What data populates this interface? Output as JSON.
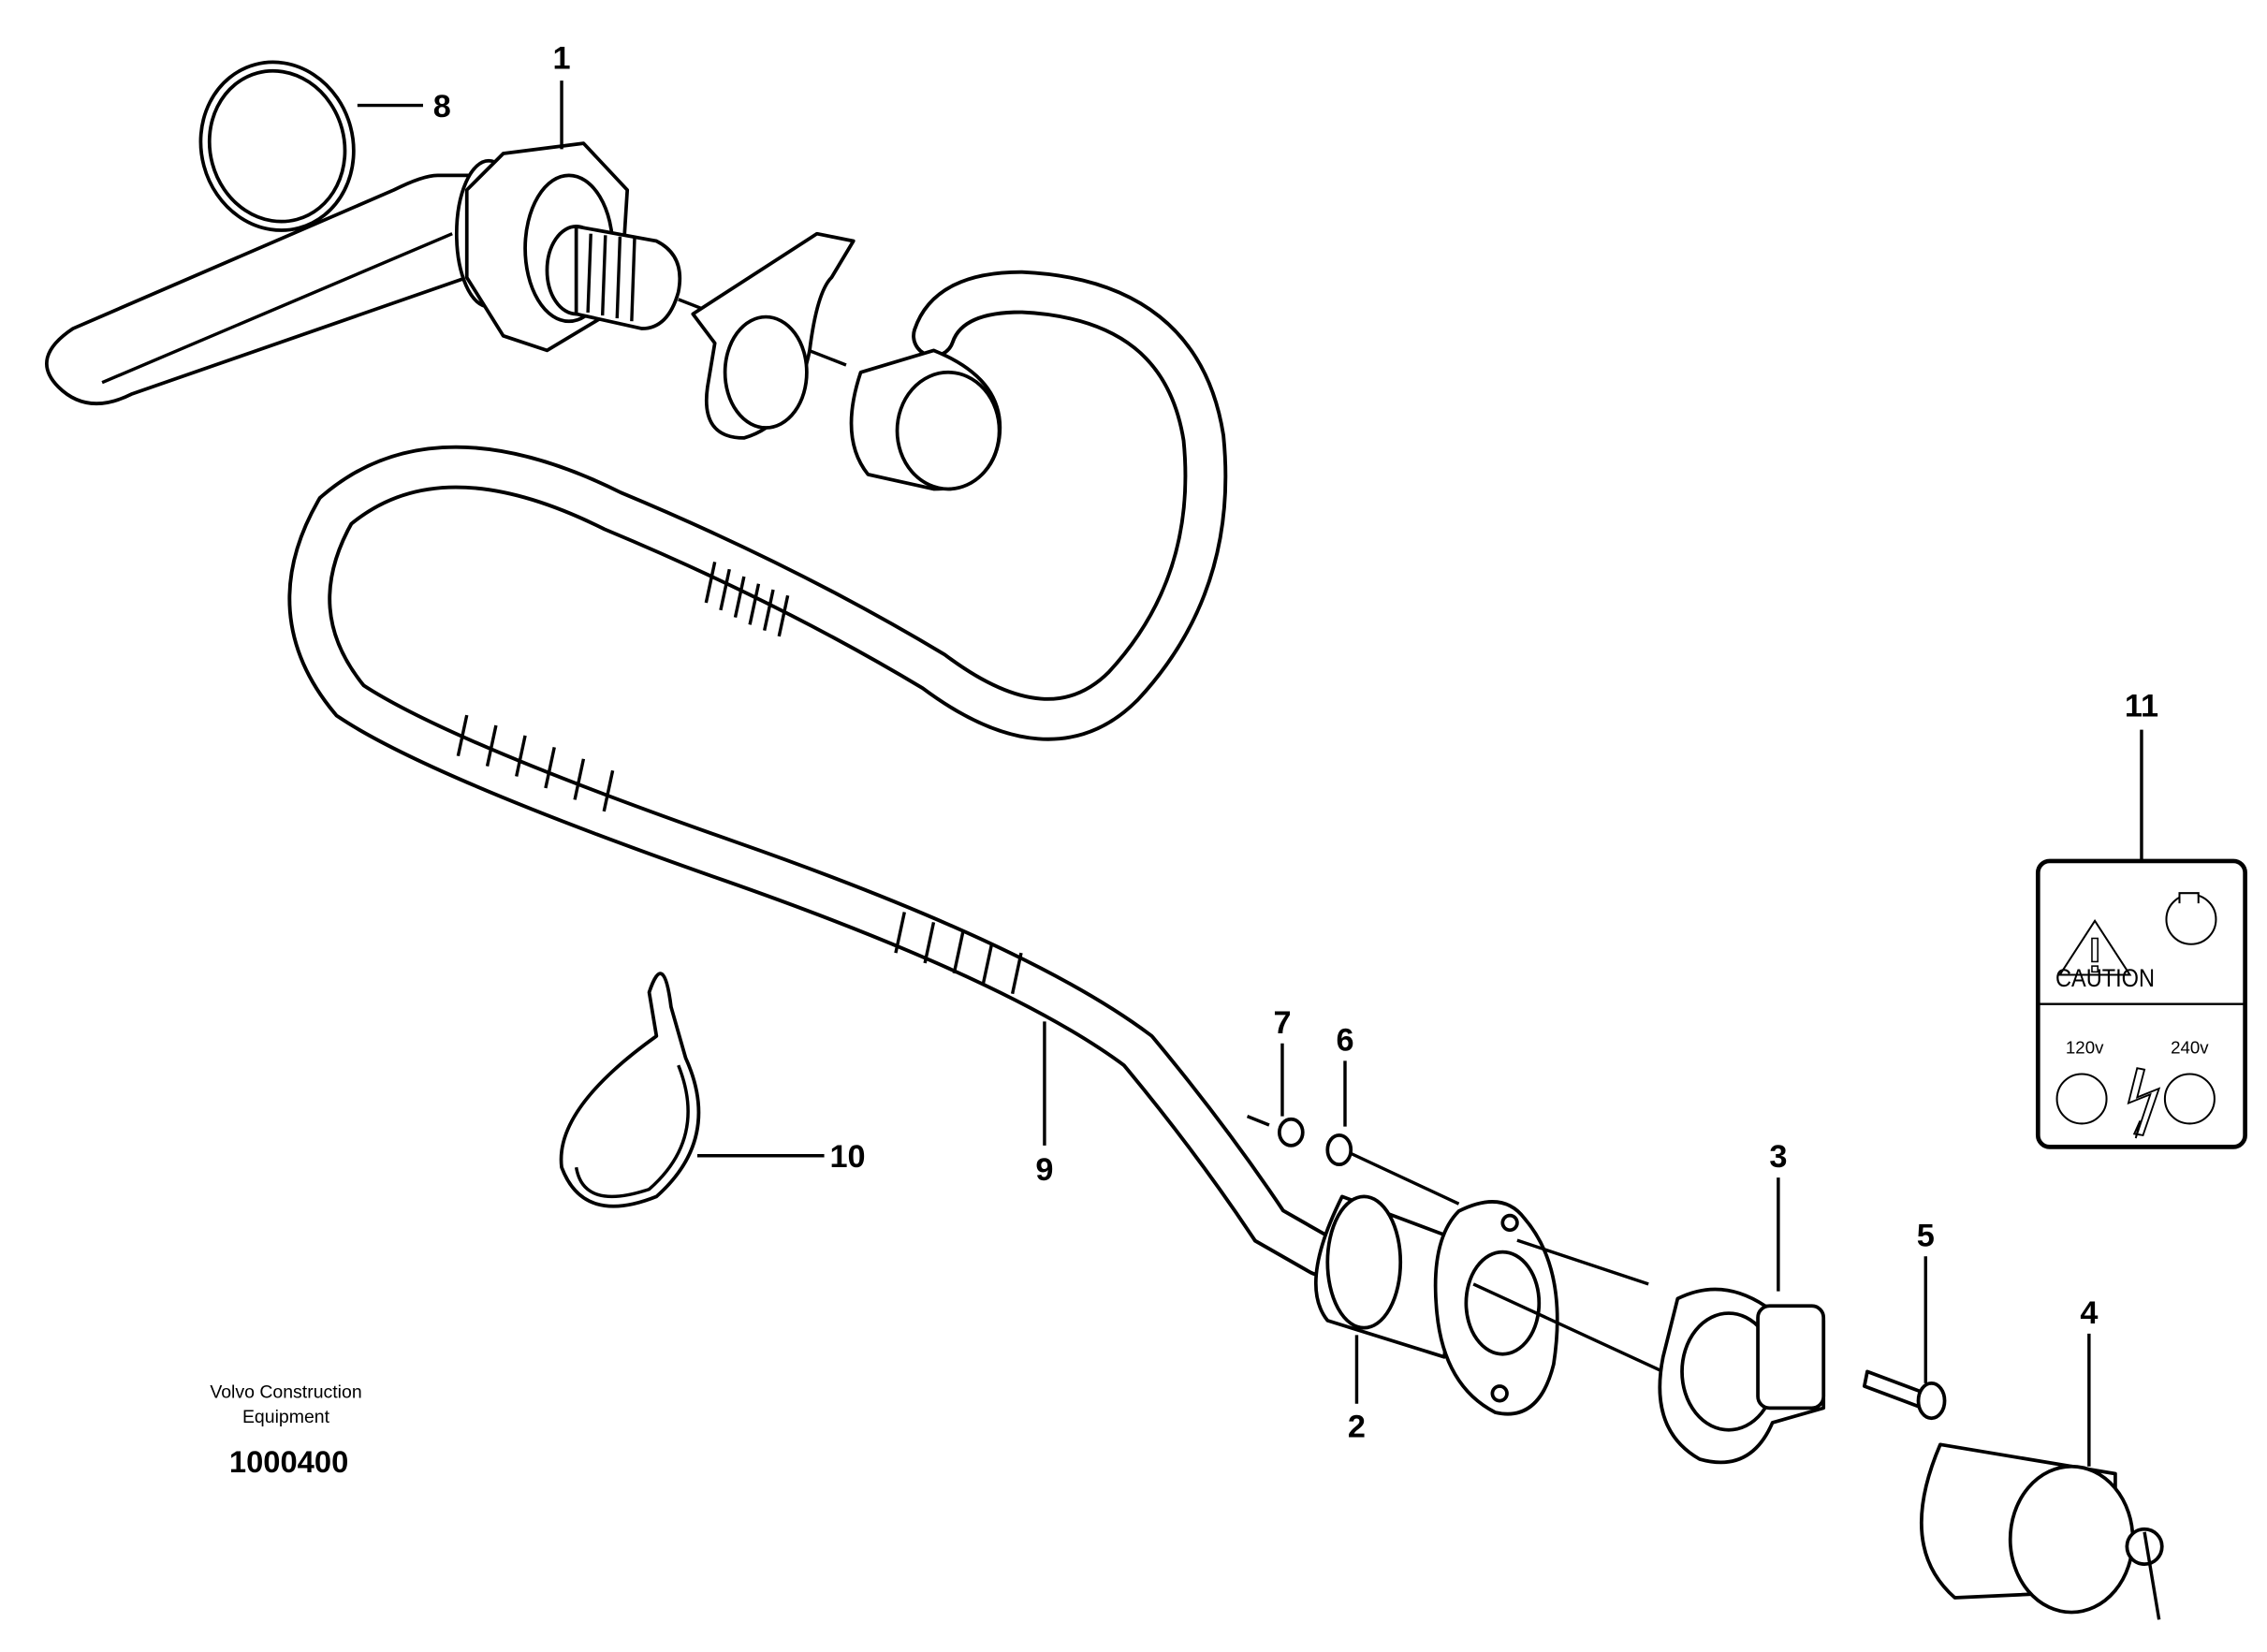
{
  "callouts": [
    {
      "id": "1",
      "label": "1"
    },
    {
      "id": "2",
      "label": "2"
    },
    {
      "id": "3",
      "label": "3"
    },
    {
      "id": "4",
      "label": "4"
    },
    {
      "id": "5",
      "label": "5"
    },
    {
      "id": "6",
      "label": "6"
    },
    {
      "id": "7",
      "label": "7"
    },
    {
      "id": "8",
      "label": "8"
    },
    {
      "id": "9",
      "label": "9"
    },
    {
      "id": "10",
      "label": "10"
    },
    {
      "id": "11",
      "label": "11"
    }
  ],
  "caution_label": {
    "title": "CAUTION",
    "voltage_left": "120v",
    "voltage_right": "240v",
    "icons": [
      "warning-triangle-icon",
      "plug-socket-icon",
      "lightning-bolt-icon"
    ]
  },
  "footer": {
    "company_line1": "Volvo Construction",
    "company_line2": "Equipment",
    "drawing_number": "1000400"
  }
}
